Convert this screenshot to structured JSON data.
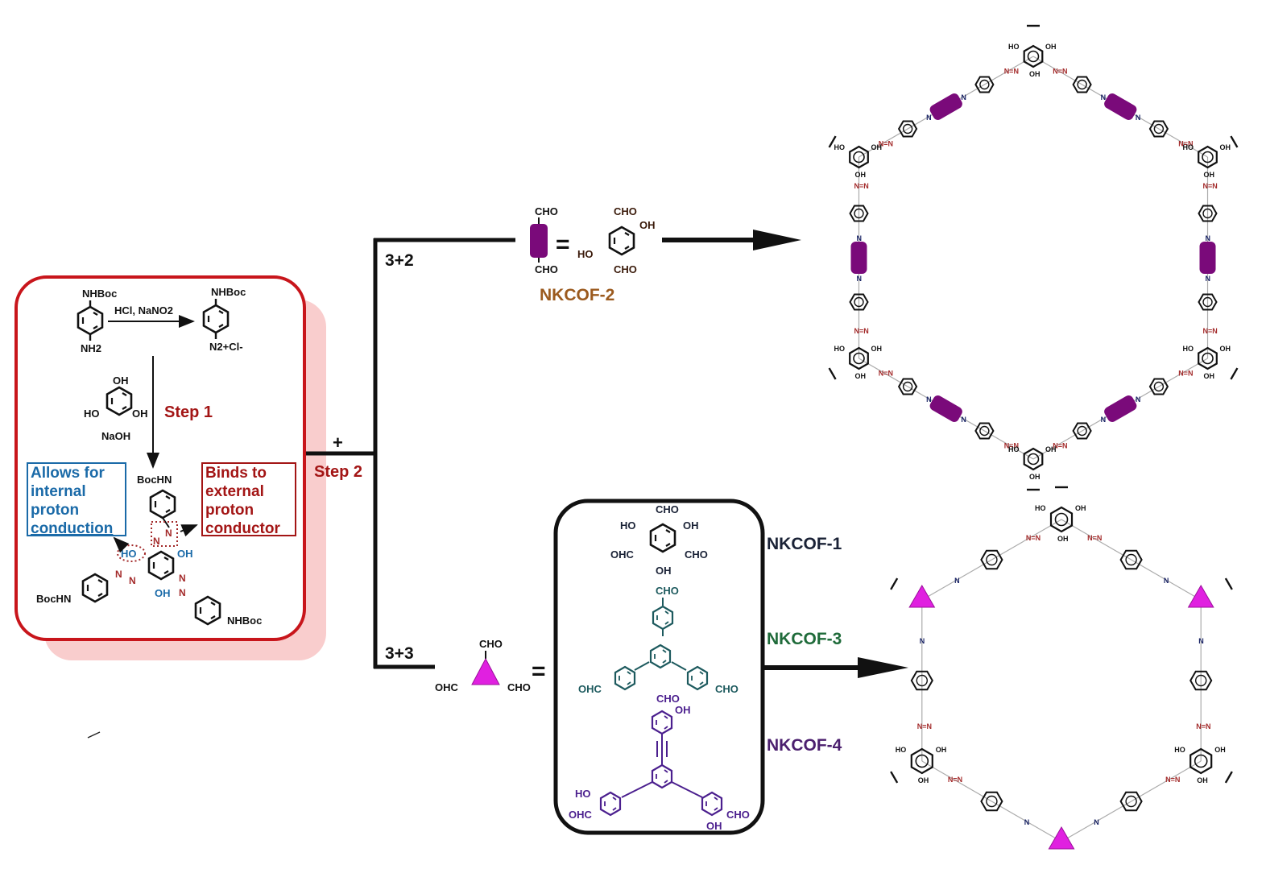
{
  "step1_panel": {
    "reactant_top_group": "NHBoc",
    "reactant_bottom_group": "NH2",
    "reagents": "HCl, NaNO2",
    "product_top_group": "NHBoc",
    "product_bottom_group": "N2+Cl-",
    "phloroglucinol_groups": [
      "OH",
      "HO",
      "OH"
    ],
    "base": "NaOH",
    "step_label": "Step 1",
    "result_groups": {
      "top": "BocHN",
      "left": "BocHN",
      "right": "NHBoc",
      "hydroxyls": [
        "HO",
        "OH",
        "OH"
      ],
      "azo": "N=N"
    },
    "annotation_internal": [
      "Allows for",
      "internal",
      "proton",
      "conduction"
    ],
    "annotation_external": [
      "Binds to",
      "external",
      "proton",
      "conductor"
    ]
  },
  "step2": {
    "plus": "+",
    "label": "Step 2"
  },
  "branch_32": {
    "label": "3+2",
    "linker_top": "CHO",
    "linker_bottom": "CHO",
    "equals": "=",
    "molecule_groups": [
      "CHO",
      "OH",
      "HO",
      "CHO"
    ],
    "product_name": "NKCOF-2",
    "product_color": "#9b5a1e"
  },
  "branch_33": {
    "label": "3+3",
    "triangle_groups": [
      "CHO",
      "OHC",
      "CHO"
    ],
    "equals": "=",
    "linkers": [
      {
        "name": "NKCOF-1",
        "color": "#1a2236",
        "groups": [
          "CHO",
          "HO",
          "OH",
          "OHC",
          "CHO",
          "OH"
        ]
      },
      {
        "name": "NKCOF-3",
        "color": "#1f6b3a",
        "groups": [
          "CHO",
          "OHC",
          "CHO"
        ]
      },
      {
        "name": "NKCOF-4",
        "color": "#4b1f6e",
        "groups": [
          "CHO",
          "OH",
          "HO",
          "OHC",
          "CHO",
          "OH"
        ]
      }
    ]
  },
  "framework_32": {
    "node_groups": [
      "HO",
      "OH",
      "OH"
    ],
    "azo": "N=N",
    "imine": "N",
    "linker_color": "#7a0a7a"
  },
  "framework_33": {
    "node_groups": [
      "HO",
      "OH",
      "OH"
    ],
    "azo": "N=N",
    "imine": "N",
    "triangle_color": "#e020e0"
  },
  "colors": {
    "panel_border": "#c8151b",
    "panel_shadow": "#f5b8b8",
    "step_red": "#a31515",
    "internal_blue": "#1a6aa8",
    "azo_red": "#a32a2a",
    "imine_navy": "#1a2466"
  }
}
